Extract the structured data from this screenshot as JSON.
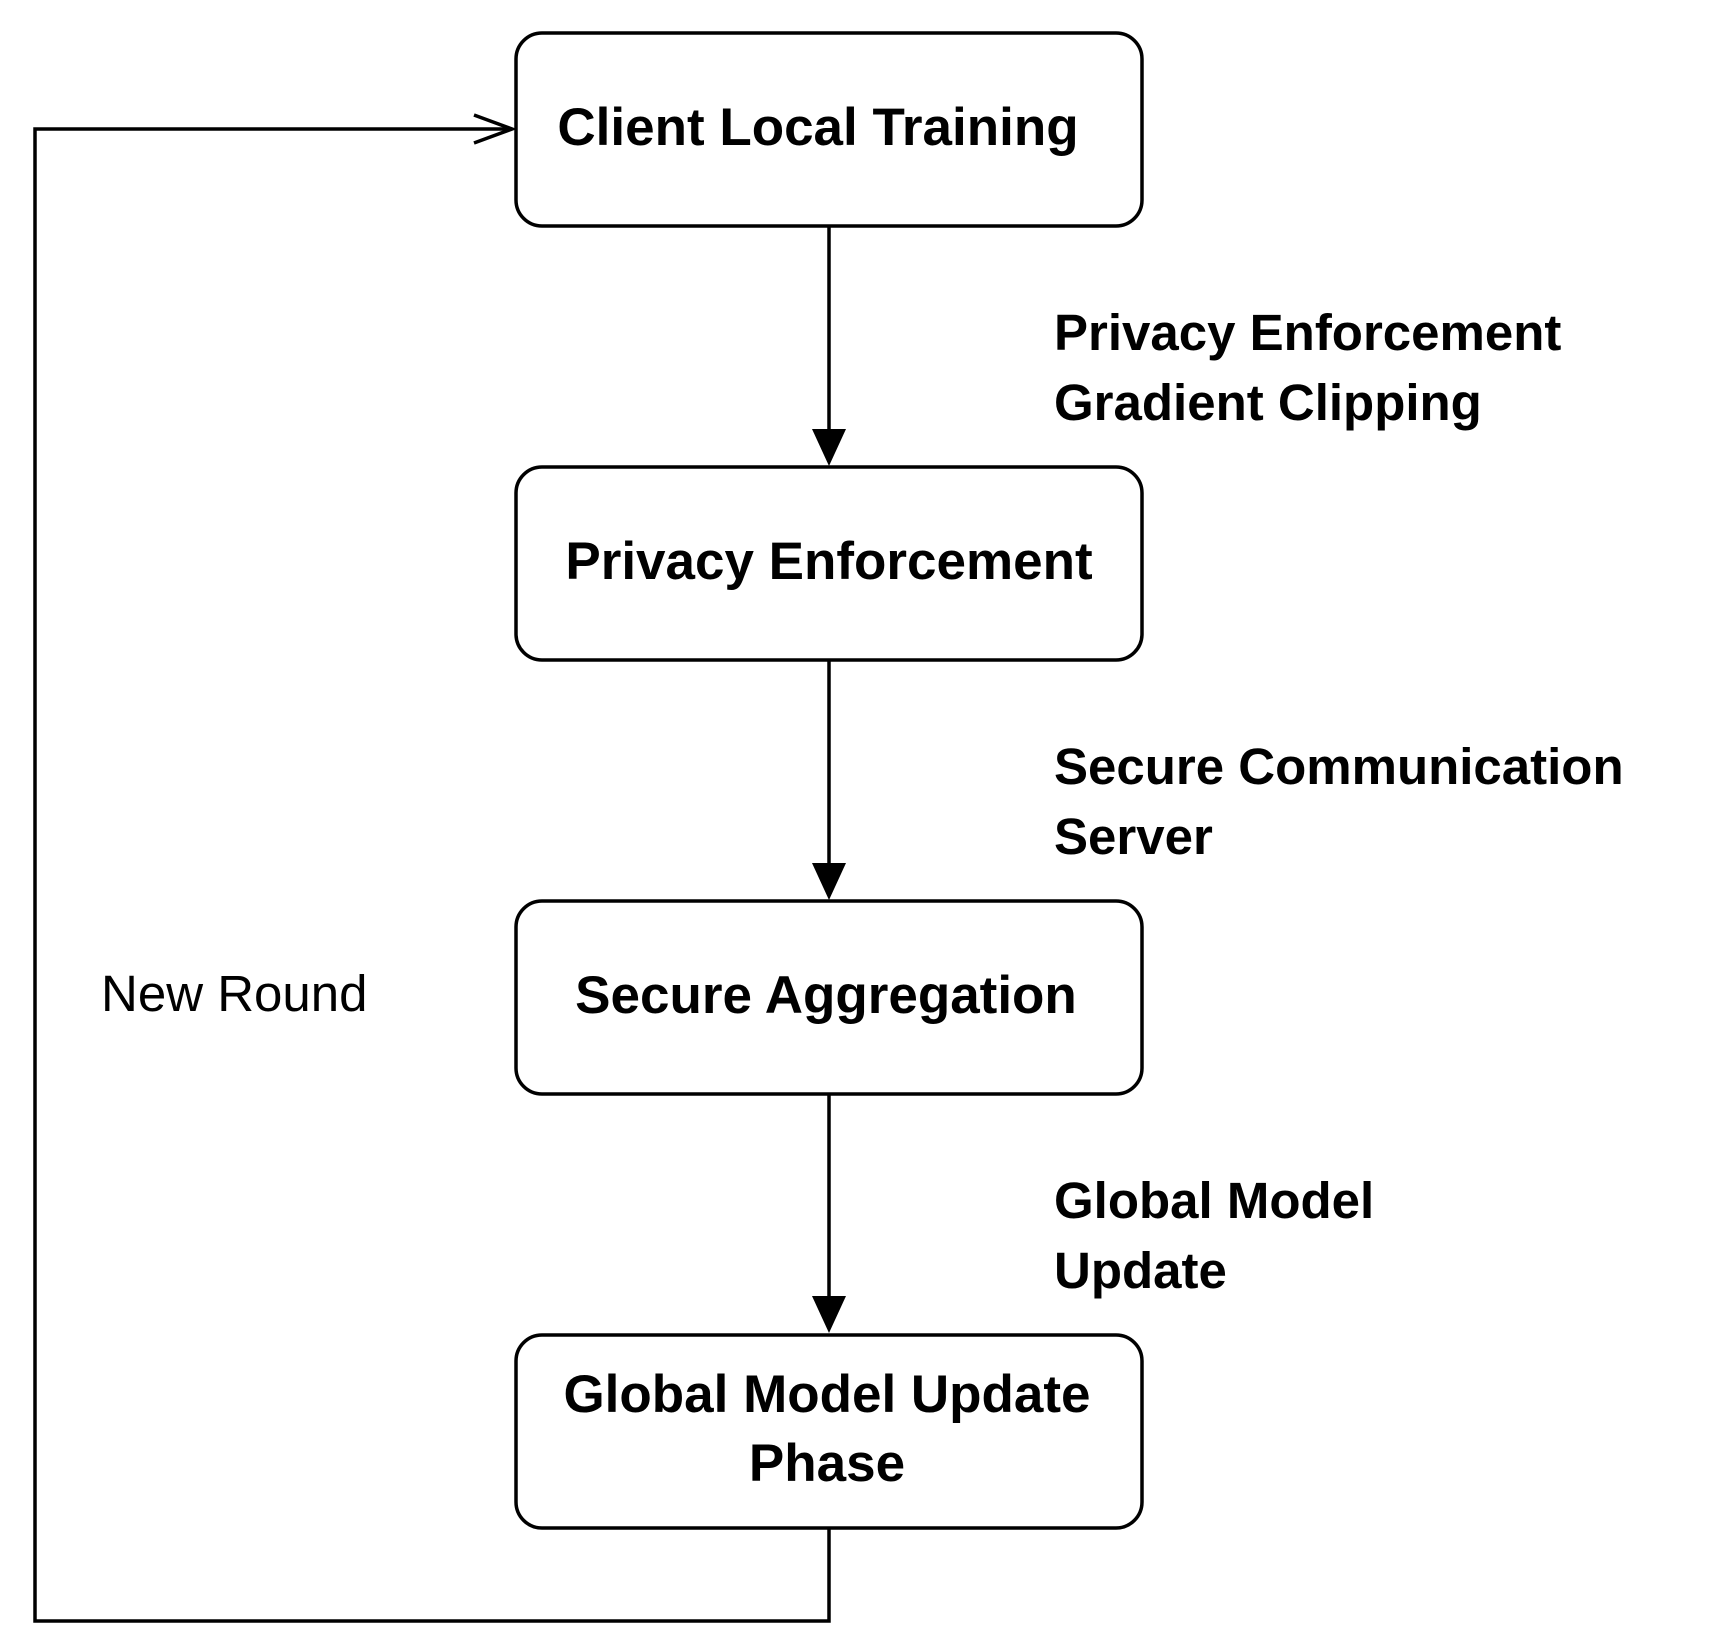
{
  "nodes": {
    "client_local_training": {
      "line1": "Client Local Training"
    },
    "privacy_enforcement": {
      "line1": "Privacy Enforcement"
    },
    "secure_aggregation": {
      "line1": "Secure Aggregation"
    },
    "global_model_update_phase": {
      "line1": "Global Model Update",
      "line2": "Phase"
    }
  },
  "edge_labels": {
    "training_to_privacy": {
      "line1": "Privacy Enforcement",
      "line2": "Gradient Clipping"
    },
    "privacy_to_aggregation": {
      "line1": "Secure Communication",
      "line2": "Server"
    },
    "aggregation_to_update": {
      "line1": "Global Model",
      "line2": "Update"
    }
  },
  "loop_label": "New Round",
  "colors": {
    "stroke": "#000000",
    "fill": "#ffffff",
    "text": "#000000"
  }
}
